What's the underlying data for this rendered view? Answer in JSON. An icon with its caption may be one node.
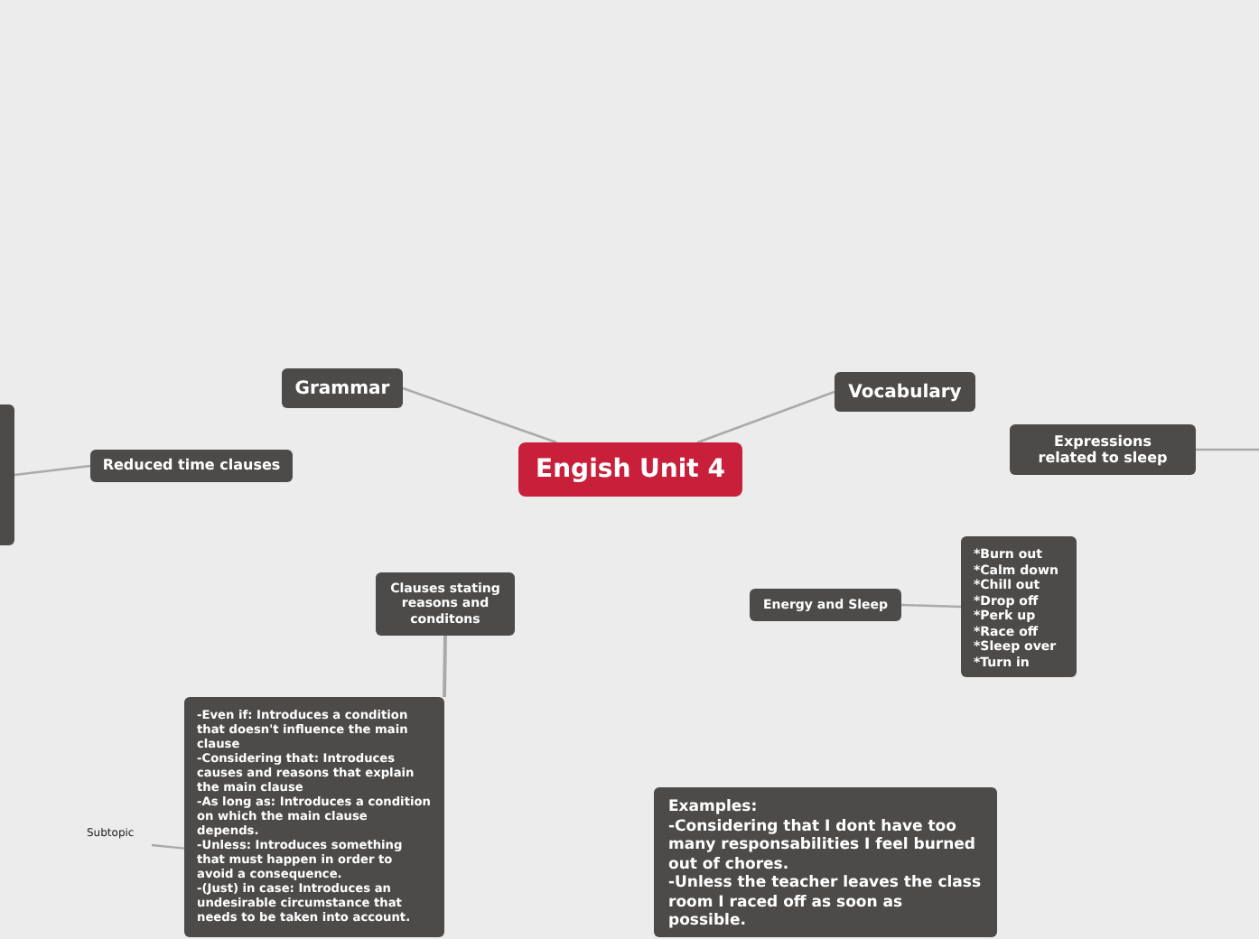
{
  "diagram": {
    "nodes": [
      {
        "text": [
          "Engish Unit 4"
        ]
      },
      {
        "text": [
          "Grammar"
        ]
      },
      {
        "text": [
          "Vocabulary"
        ]
      },
      {
        "text": [
          "Reduced time clauses"
        ]
      },
      {
        "text": [],
        "shape": "box"
      },
      {
        "text": [
          "Expressions related to sleep"
        ]
      },
      {
        "text": [
          "Clauses stating reasons and conditons"
        ]
      },
      {
        "text": [
          "-Even if: Introduces a condition that doesn't influence the main clause",
          "-Considering that: Introduces causes and reasons that explain the main clause",
          "-As long as: Introduces a condition on which the main clause depends.",
          "-Unless: Introduces something that must happen in order to avoid a consequence.",
          "-(Just) in case: Introduces an undesirable circumstance that needs to be taken into account."
        ]
      },
      {
        "text": [
          "Subtopic"
        ]
      },
      {
        "text": [
          "Energy and Sleep"
        ]
      },
      {
        "text": [
          "*Burn out",
          "*Calm down",
          "*Chill out",
          "*Drop off",
          "*Perk up",
          "*Race off",
          "*Sleep over",
          "*Turn in"
        ]
      },
      {
        "text": [
          "Examples:",
          "-Considering that I dont have too many responsabilities I feel burned out of chores.",
          "-Unless the teacher leaves the class room I raced off as soon as possible."
        ]
      }
    ],
    "edges": [
      {
        "from": 0,
        "to": 1,
        "arrow": "none"
      },
      {
        "from": 0,
        "to": 2,
        "arrow": "none"
      },
      {
        "from": 3,
        "to": 4,
        "arrow": "none"
      },
      {
        "from": 5,
        "to": null,
        "arrow": "none"
      },
      {
        "from": 6,
        "to": 7,
        "arrow": "none"
      },
      {
        "from": 7,
        "to": 8,
        "arrow": "none"
      },
      {
        "from": 9,
        "to": 10,
        "arrow": "none"
      }
    ]
  }
}
